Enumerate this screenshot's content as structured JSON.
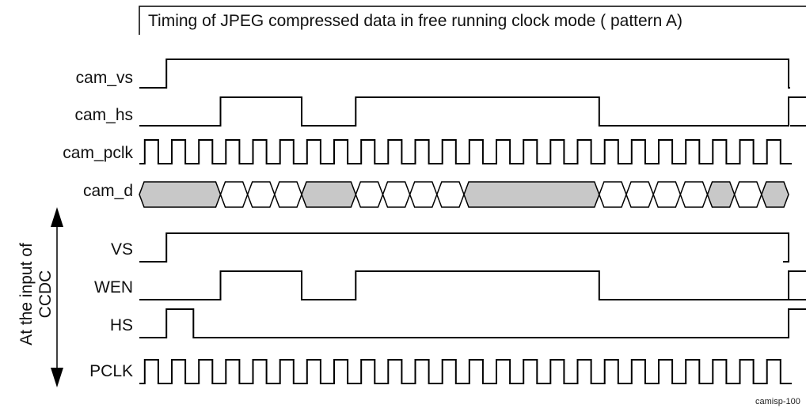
{
  "title": "Timing of JPEG compressed data in free running clock mode ( pattern A)",
  "side_label": {
    "line1": "At the input of",
    "line2": "CCDC"
  },
  "figure_id": "camisp-100",
  "colors": {
    "line": "#000000",
    "shaded_cell": "#c8c8c8",
    "open_cell": "#ffffff"
  },
  "timing": {
    "cell_starts": [
      0,
      3,
      4,
      5,
      6,
      8,
      9,
      10,
      11,
      12,
      17,
      18,
      19,
      20,
      21,
      22,
      23
    ],
    "cell_shaded": [
      true,
      false,
      false,
      false,
      true,
      false,
      false,
      false,
      false,
      true,
      false,
      false,
      false,
      false,
      true,
      false,
      true
    ],
    "end": 24
  },
  "signals": [
    {
      "name": "cam_vs",
      "type": "level",
      "levels": [
        0,
        1,
        1,
        1,
        1,
        1,
        1,
        1,
        1,
        1,
        1,
        1,
        1,
        1,
        1,
        1,
        1,
        1,
        1,
        1,
        1,
        1,
        1,
        1,
        0
      ]
    },
    {
      "name": "cam_hs",
      "type": "level",
      "levels": [
        0,
        0,
        0,
        1,
        1,
        1,
        0,
        0,
        1,
        1,
        1,
        1,
        1,
        1,
        1,
        1,
        1,
        0,
        0,
        0,
        0,
        0,
        0,
        0,
        1,
        0
      ]
    },
    {
      "name": "cam_pclk",
      "type": "clock"
    },
    {
      "name": "cam_d",
      "type": "bus"
    },
    {
      "name": "VS",
      "type": "level",
      "levels": [
        0,
        1,
        1,
        1,
        1,
        1,
        1,
        1,
        1,
        1,
        1,
        1,
        1,
        1,
        1,
        1,
        1,
        1,
        1,
        1,
        1,
        1,
        1,
        1,
        0
      ]
    },
    {
      "name": "WEN",
      "type": "level",
      "levels": [
        0,
        0,
        0,
        1,
        1,
        1,
        0,
        0,
        1,
        1,
        1,
        1,
        1,
        1,
        1,
        1,
        1,
        0,
        0,
        0,
        0,
        0,
        0,
        0,
        1,
        0
      ]
    },
    {
      "name": "HS",
      "type": "level",
      "levels": [
        0,
        1,
        0,
        0,
        0,
        0,
        0,
        0,
        0,
        0,
        0,
        0,
        0,
        0,
        0,
        0,
        0,
        0,
        0,
        0,
        0,
        0,
        0,
        0,
        1,
        0
      ]
    },
    {
      "name": "PCLK",
      "type": "clock"
    }
  ]
}
